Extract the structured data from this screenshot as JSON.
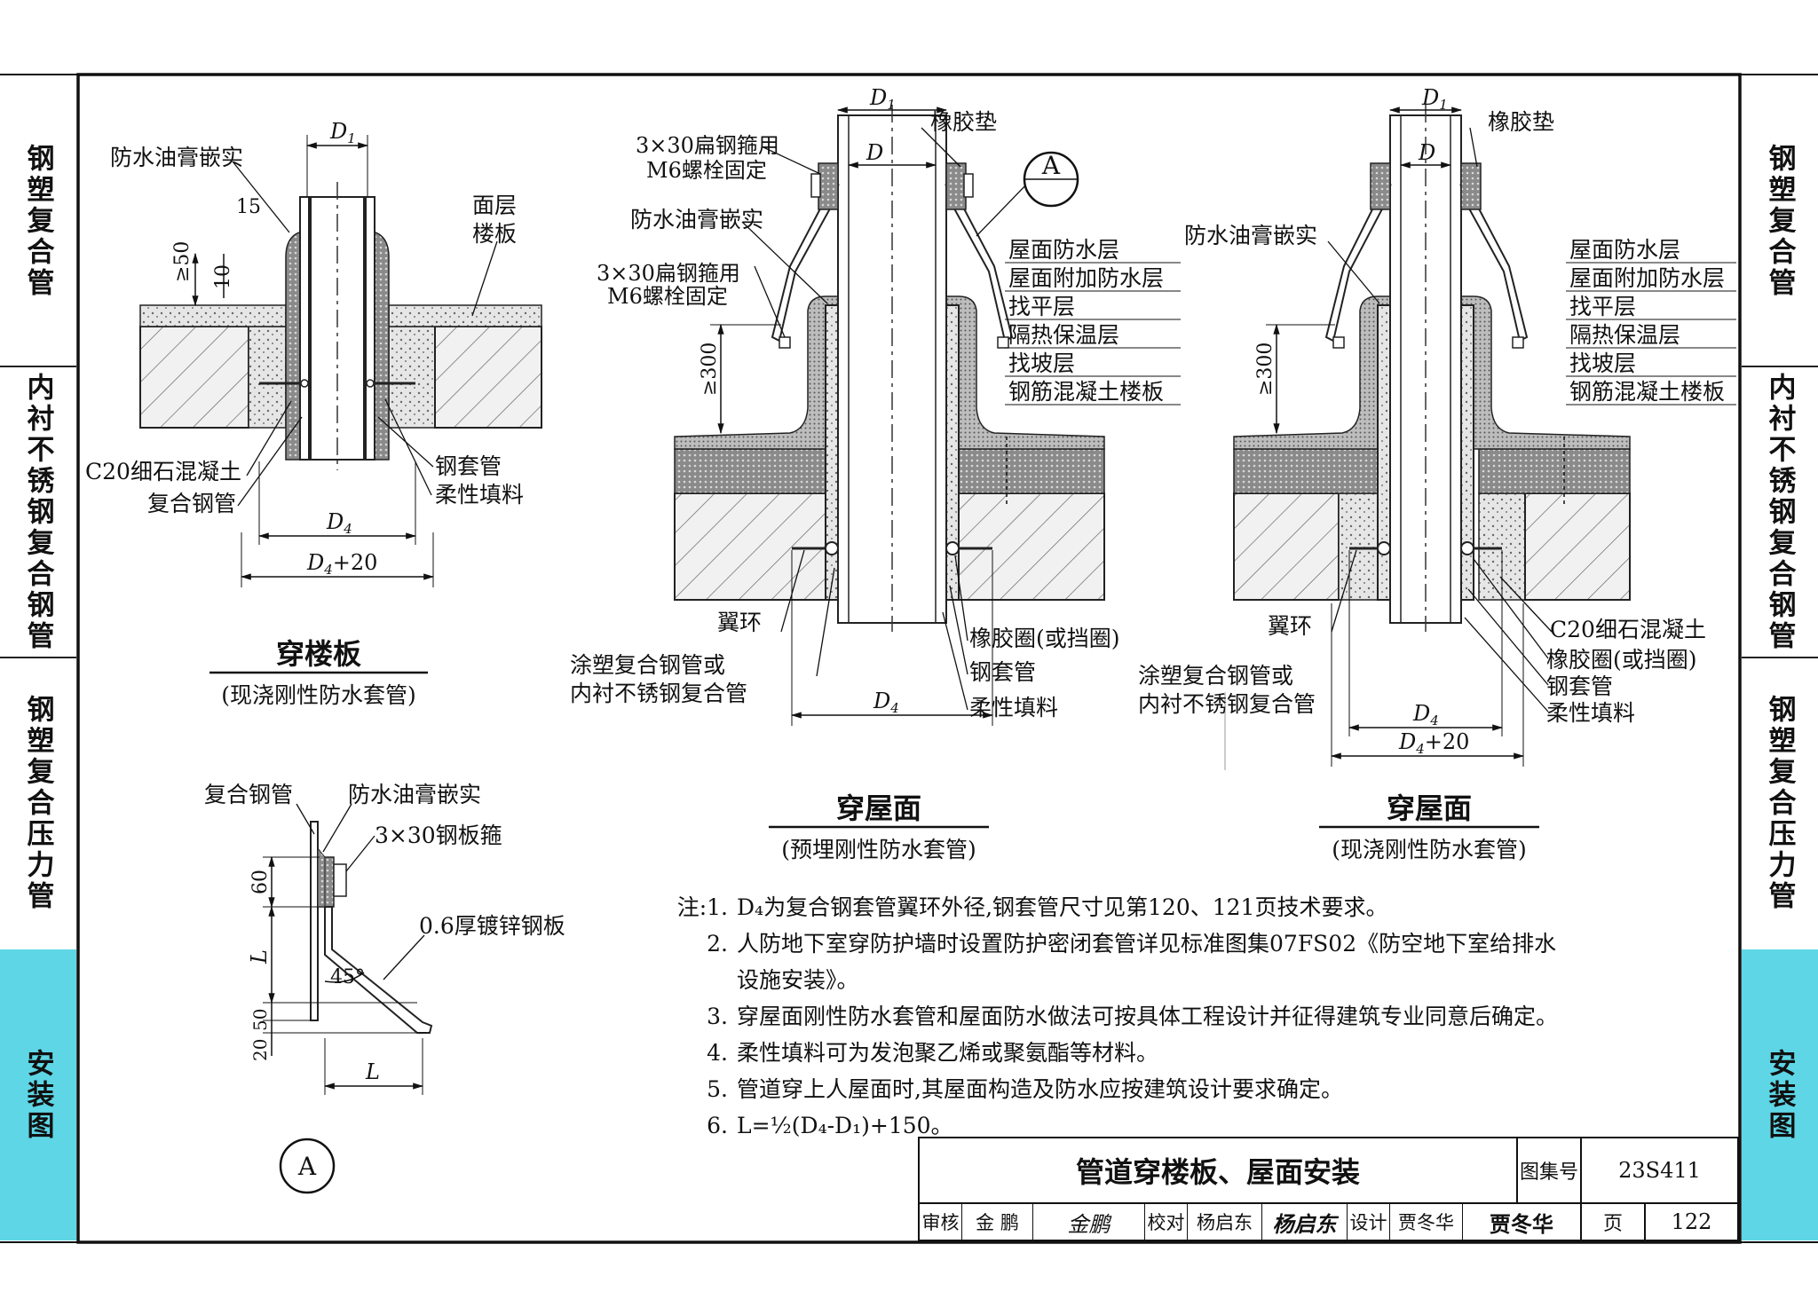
{
  "side_tabs": {
    "left": [
      "钢塑复合管",
      "内衬不锈钢复合钢管",
      "钢塑复合压力管",
      "安装图"
    ],
    "right": [
      "钢塑复合管",
      "内衬不锈钢复合钢管",
      "钢塑复合压力管",
      "安装图"
    ],
    "active_color": "#5ed6e6"
  },
  "fig1": {
    "title": "穿楼板",
    "subtitle": "(现浇刚性防水套管)",
    "labels": {
      "ointment": "防水油膏嵌实",
      "surface": "面层",
      "slab": "楼板",
      "concrete": "C20细石混凝土",
      "pipe": "复合钢管",
      "sleeve": "钢套管",
      "filler": "柔性填料"
    },
    "dims": {
      "d1": "D",
      "d1_sub": "1",
      "d4": "D",
      "d4_sub": "4",
      "d4p": "D",
      "d4p_sub": "4",
      "d4p_tail": "+20",
      "ge50": "≥50",
      "ten": "10",
      "fifteen": "15"
    }
  },
  "fig2": {
    "title": "穿屋面",
    "subtitle": "(预埋刚性防水套管)",
    "labels": {
      "band1": "3×30扁钢箍用",
      "band1b": "M6螺栓固定",
      "ointment": "防水油膏嵌实",
      "band2": "3×30扁钢箍用",
      "band2b": "M6螺栓固定",
      "gasket": "橡胶垫",
      "layers": [
        "屋面防水层",
        "屋面附加防水层",
        "找平层",
        "隔热保温层",
        "找坡层",
        "钢筋混凝土楼板"
      ],
      "wing": "翼环",
      "pipe1": "涂塑复合钢管或",
      "pipe2": "内衬不锈钢复合管",
      "ring": "橡胶圈(或挡圈)",
      "sleeve": "钢套管",
      "filler": "柔性填料",
      "detail": "A"
    },
    "dims": {
      "d1": "D",
      "d1_sub": "1",
      "d": "D",
      "d4": "D",
      "d4_sub": "4",
      "ge300": "≥300"
    }
  },
  "fig3": {
    "title": "穿屋面",
    "subtitle": "(现浇刚性防水套管)",
    "labels": {
      "ointment": "防水油膏嵌实",
      "gasket": "橡胶垫",
      "layers": [
        "屋面防水层",
        "屋面附加防水层",
        "找平层",
        "隔热保温层",
        "找坡层",
        "钢筋混凝土楼板"
      ],
      "wing": "翼环",
      "concrete": "C20细石混凝土",
      "ring": "橡胶圈(或挡圈)",
      "sleeve": "钢套管",
      "filler": "柔性填料",
      "pipe1": "涂塑复合钢管或",
      "pipe2": "内衬不锈钢复合管"
    },
    "dims": {
      "d1": "D",
      "d1_sub": "1",
      "d": "D",
      "d4": "D",
      "d4_sub": "4",
      "d4p": "D",
      "d4p_sub": "4",
      "d4p_tail": "+20",
      "ge300": "≥300"
    }
  },
  "detailA": {
    "mark": "A",
    "labels": {
      "pipe": "复合钢管",
      "ointment": "防水油膏嵌实",
      "band": "3×30钢板箍",
      "plate": "0.6厚镀锌钢板"
    },
    "dims": {
      "sixty": "60",
      "L": "L",
      "fifty": "50",
      "twenty": "20",
      "angle": "45°"
    }
  },
  "notes": [
    {
      "num": "注:1.",
      "text": "D₄为复合钢套管翼环外径,钢套管尺寸见第120、121页技术要求。"
    },
    {
      "num": "2.",
      "text": "人防地下室穿防护墙时设置防护密闭套管详见标准图集07FS02《防空地下室给排水"
    },
    {
      "num": "",
      "text": "设施安装》。"
    },
    {
      "num": "3.",
      "text": "穿屋面刚性防水套管和屋面防水做法可按具体工程设计并征得建筑专业同意后确定。"
    },
    {
      "num": "4.",
      "text": "柔性填料可为发泡聚乙烯或聚氨酯等材料。"
    },
    {
      "num": "5.",
      "text": "管道穿上人屋面时,其屋面构造及防水应按建筑设计要求确定。"
    },
    {
      "num": "6.",
      "text": "L=½(D₄-D₁)+150。"
    }
  ],
  "title_block": {
    "title": "管道穿楼板、屋面安装",
    "atlas_label": "图集号",
    "atlas_no": "23S411",
    "review_label": "审核",
    "reviewer": "金 鹏",
    "reviewer_sign": "金鹏",
    "check_label": "校对",
    "checker": "杨启东",
    "checker_sign": "杨启东",
    "design_label": "设计",
    "designer": "贾冬华",
    "designer_sign": "贾冬华",
    "page_label": "页",
    "page_no": "122"
  }
}
